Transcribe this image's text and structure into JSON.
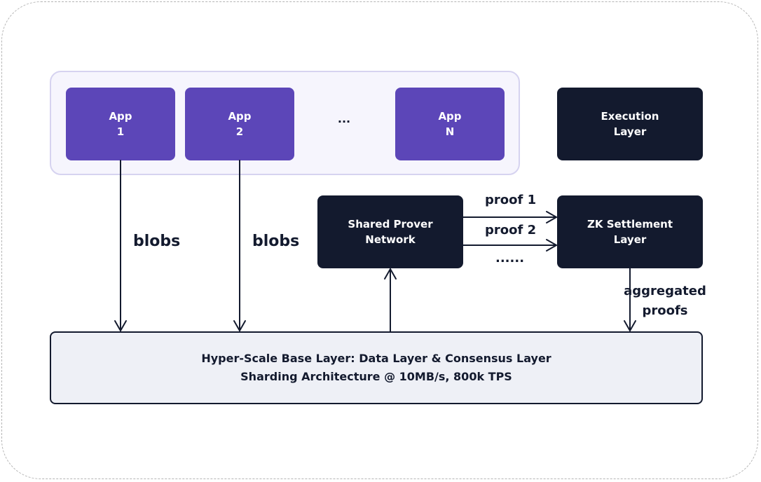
{
  "apps": [
    {
      "line1": "App",
      "line2": "1"
    },
    {
      "line1": "App",
      "line2": "2"
    },
    {
      "line1": "App",
      "line2": "N"
    }
  ],
  "apps_ellipsis": "...",
  "execution_layer": {
    "line1": "Execution",
    "line2": "Layer"
  },
  "prover": {
    "line1": "Shared Prover",
    "line2": "Network"
  },
  "settlement": {
    "line1": "ZK Settlement",
    "line2": "Layer"
  },
  "blob_labels": [
    "blobs",
    "blobs"
  ],
  "proof_labels": [
    "proof 1",
    "proof 2",
    "......"
  ],
  "aggregated": {
    "line1": "aggregated",
    "line2": "proofs"
  },
  "base_layer": {
    "line1": "Hyper-Scale Base Layer: Data Layer & Consensus Layer",
    "line2": "Sharding Architecture @ 10MB/s, 800k TPS"
  },
  "colors": {
    "app_purple": "#5c46b8",
    "dark_box": "#131a2e",
    "group_bg": "#f6f5fd",
    "base_bg": "#eef0f6"
  }
}
